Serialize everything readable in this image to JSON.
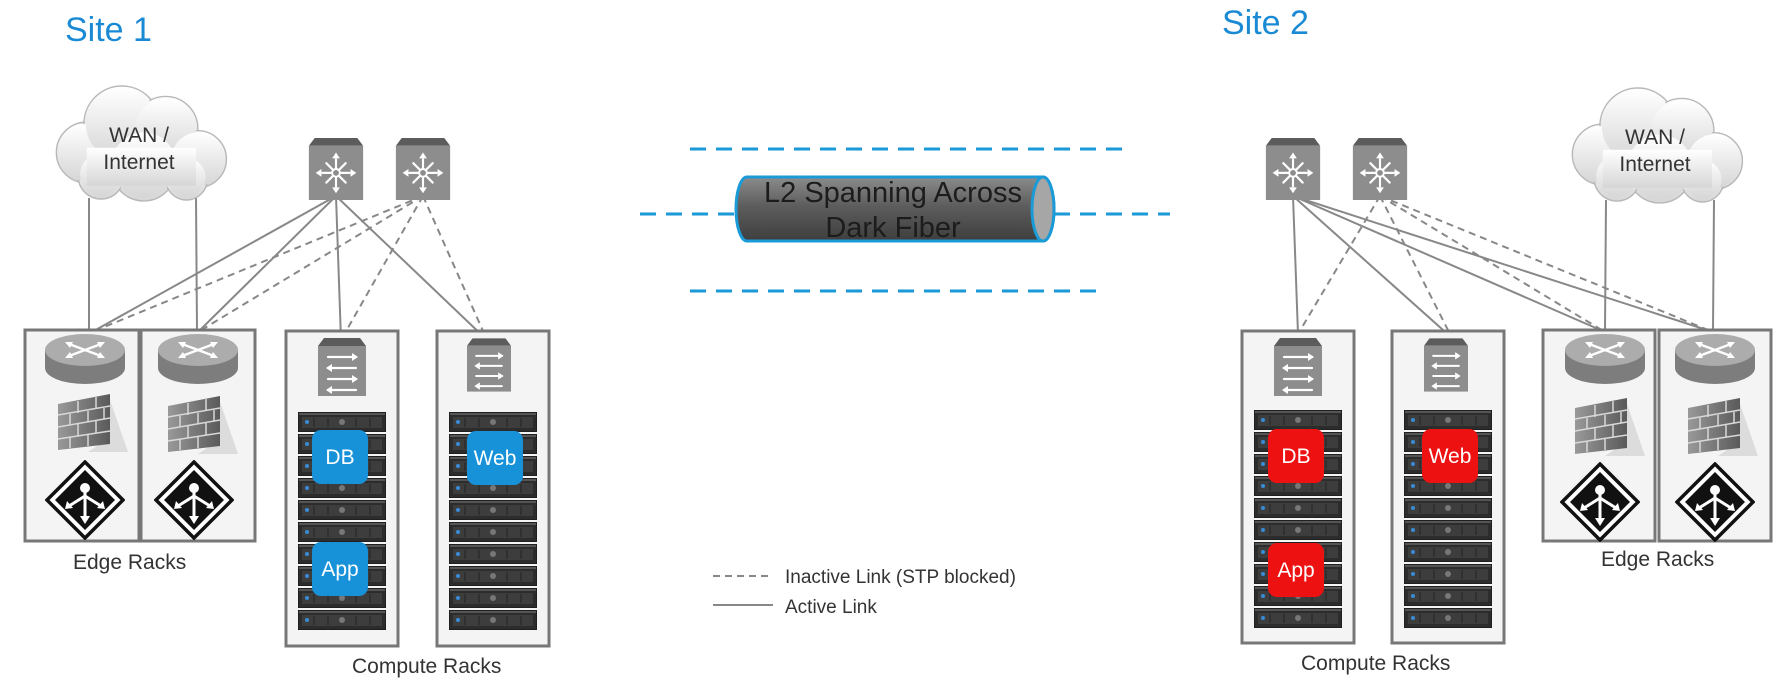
{
  "site1": {
    "title": "Site 1",
    "cloud": {
      "line1": "WAN /",
      "line2": "Internet"
    },
    "edge_label": "Edge Racks",
    "compute_label": "Compute Racks",
    "vms": {
      "db": "DB",
      "app": "App",
      "web": "Web"
    },
    "vm_color": "#1792d8"
  },
  "site2": {
    "title": "Site 2",
    "cloud": {
      "line1": "WAN /",
      "line2": "Internet"
    },
    "edge_label": "Edge Racks",
    "compute_label": "Compute Racks",
    "vms": {
      "db": "DB",
      "app": "App",
      "web": "Web"
    },
    "vm_color": "#ee1111"
  },
  "interconnect": {
    "line1": "L2 Spanning Across",
    "line2": "Dark Fiber",
    "dash_color": "#1a9ad6"
  },
  "legend": {
    "inactive": "Inactive Link (STP blocked)",
    "active": "Active Link"
  }
}
